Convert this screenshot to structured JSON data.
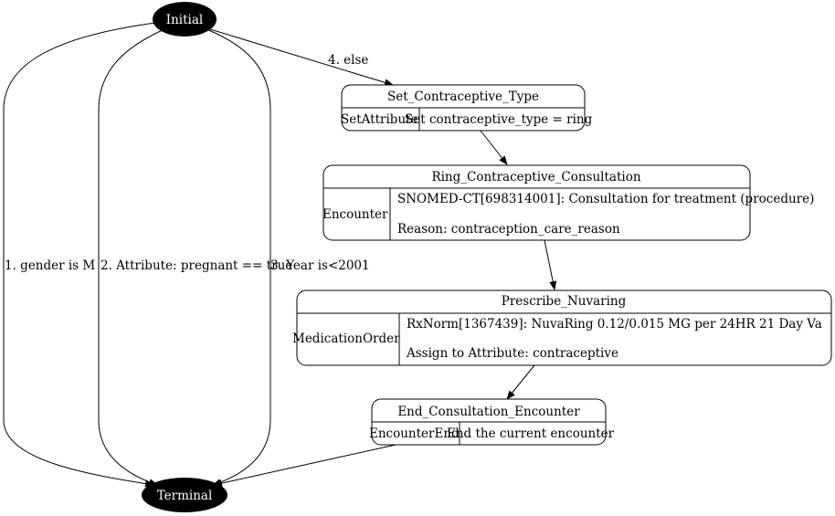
{
  "nodes": {
    "initial": {
      "label": "Initial"
    },
    "terminal": {
      "label": "Terminal"
    },
    "set_contraceptive_type": {
      "title": "Set_Contraceptive_Type",
      "type": "SetAttribute",
      "details": [
        "Set contraceptive_type = ring"
      ]
    },
    "ring_consultation": {
      "title": "Ring_Contraceptive_Consultation",
      "type": "Encounter",
      "details": [
        "SNOMED-CT[698314001]: Consultation for treatment (procedure)",
        "Reason: contraception_care_reason"
      ]
    },
    "prescribe_nuvaring": {
      "title": "Prescribe_Nuvaring",
      "type": "MedicationOrder",
      "details": [
        "RxNorm[1367439]: NuvaRing 0.12/0.015 MG per 24HR 21 Day Va",
        "Assign to Attribute: contraceptive"
      ]
    },
    "end_consultation": {
      "title": "End_Consultation_Encounter",
      "type": "EncounterEnd",
      "details": [
        "End the current encounter"
      ]
    }
  },
  "edges": {
    "gender": "1. gender is M",
    "pregnant": "2. Attribute: pregnant == true",
    "year": "3. Year is<2001",
    "else": "4. else"
  }
}
